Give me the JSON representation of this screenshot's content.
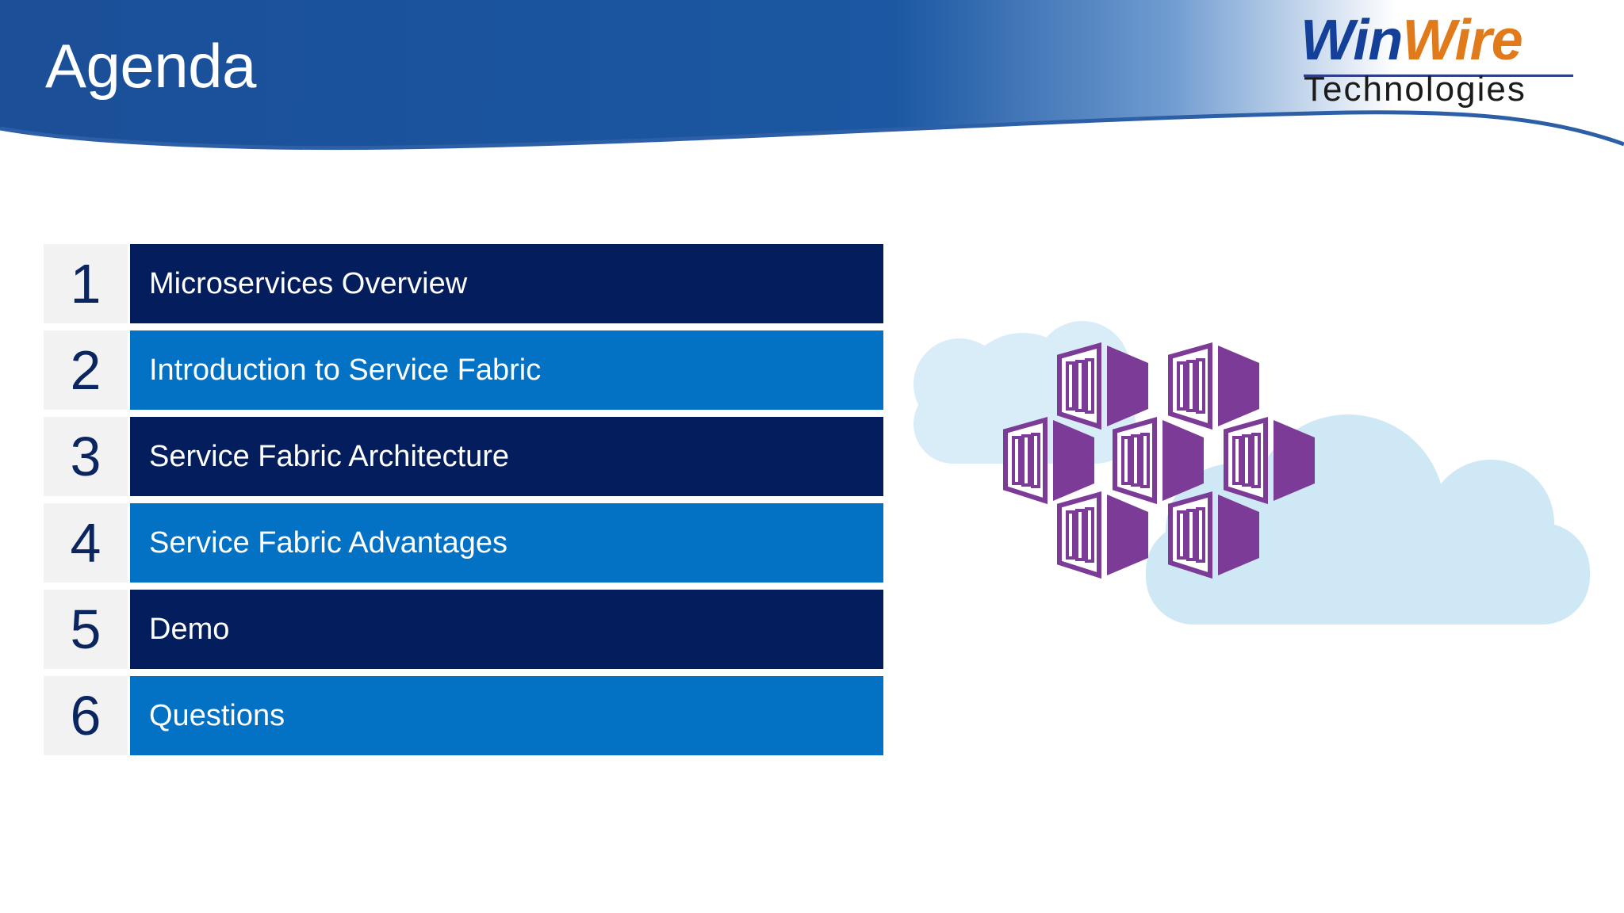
{
  "slide": {
    "title": "Agenda",
    "logo": {
      "brand_part1": "Win",
      "brand_part2": "Wire",
      "subtitle": "Technologies"
    },
    "agenda_items": [
      {
        "number": "1",
        "label": "Microservices Overview",
        "style": "dark"
      },
      {
        "number": "2",
        "label": "Introduction to Service Fabric",
        "style": "light"
      },
      {
        "number": "3",
        "label": "Service Fabric Architecture",
        "style": "dark"
      },
      {
        "number": "4",
        "label": "Service Fabric Advantages",
        "style": "light"
      },
      {
        "number": "5",
        "label": "Demo",
        "style": "dark"
      },
      {
        "number": "6",
        "label": "Questions",
        "style": "light"
      }
    ],
    "graphic_icon": "service-fabric-cloud-icon"
  },
  "colors": {
    "header_blue": "#1b57a2",
    "dark_row": "#041e5d",
    "light_row": "#0472c4",
    "number_cell": "#f2f2f2",
    "cloud": "#cfe8f5",
    "cube_purple": "#7b3b97"
  }
}
